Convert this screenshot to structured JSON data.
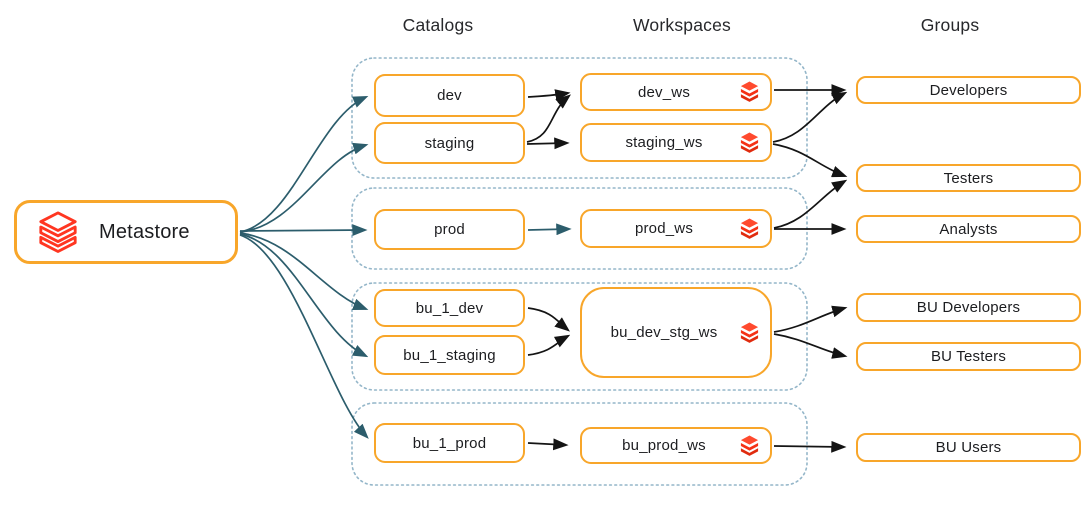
{
  "diagram": {
    "headers": [
      {
        "id": "catalogs",
        "label": "Catalogs"
      },
      {
        "id": "workspaces",
        "label": "Workspaces"
      },
      {
        "id": "groups",
        "label": "Groups"
      }
    ],
    "metastore": {
      "label": "Metastore",
      "icon": "databricks-outline-icon"
    },
    "catalogs": [
      {
        "label": "dev"
      },
      {
        "label": "staging"
      },
      {
        "label": "prod"
      },
      {
        "label": "bu_1_dev"
      },
      {
        "label": "bu_1_staging"
      },
      {
        "label": "bu_1_prod"
      }
    ],
    "workspaces": [
      {
        "label": "dev_ws",
        "icon": "databricks-icon"
      },
      {
        "label": "staging_ws",
        "icon": "databricks-icon"
      },
      {
        "label": "prod_ws",
        "icon": "databricks-icon"
      },
      {
        "label": "bu_dev_stg_ws",
        "icon": "databricks-icon"
      },
      {
        "label": "bu_prod_ws",
        "icon": "databricks-icon"
      }
    ],
    "groups": [
      {
        "label": "Developers"
      },
      {
        "label": "Testers"
      },
      {
        "label": "Analysts"
      },
      {
        "label": "BU Developers"
      },
      {
        "label": "BU Testers"
      },
      {
        "label": "BU Users"
      }
    ],
    "clusters": [
      {
        "members": [
          "dev",
          "staging",
          "dev_ws",
          "staging_ws"
        ]
      },
      {
        "members": [
          "prod",
          "prod_ws"
        ]
      },
      {
        "members": [
          "bu_1_dev",
          "bu_1_staging",
          "bu_dev_stg_ws"
        ]
      },
      {
        "members": [
          "bu_1_prod",
          "bu_prod_ws"
        ]
      }
    ],
    "edges": [
      {
        "from": "Metastore",
        "to": "dev"
      },
      {
        "from": "Metastore",
        "to": "staging"
      },
      {
        "from": "Metastore",
        "to": "prod"
      },
      {
        "from": "Metastore",
        "to": "bu_1_dev"
      },
      {
        "from": "Metastore",
        "to": "bu_1_staging"
      },
      {
        "from": "Metastore",
        "to": "bu_1_prod"
      },
      {
        "from": "dev",
        "to": "dev_ws"
      },
      {
        "from": "staging",
        "to": "dev_ws"
      },
      {
        "from": "staging",
        "to": "staging_ws"
      },
      {
        "from": "prod",
        "to": "prod_ws"
      },
      {
        "from": "bu_1_dev",
        "to": "bu_dev_stg_ws"
      },
      {
        "from": "bu_1_staging",
        "to": "bu_dev_stg_ws"
      },
      {
        "from": "bu_1_prod",
        "to": "bu_prod_ws"
      },
      {
        "from": "dev_ws",
        "to": "Developers"
      },
      {
        "from": "staging_ws",
        "to": "Developers"
      },
      {
        "from": "staging_ws",
        "to": "Testers"
      },
      {
        "from": "prod_ws",
        "to": "Testers"
      },
      {
        "from": "prod_ws",
        "to": "Analysts"
      },
      {
        "from": "bu_dev_stg_ws",
        "to": "BU Developers"
      },
      {
        "from": "bu_dev_stg_ws",
        "to": "BU Testers"
      },
      {
        "from": "bu_prod_ws",
        "to": "BU Users"
      }
    ],
    "colors": {
      "node_border": "#f8a62a",
      "metastore_arrow": "#2c5d6c",
      "flow_arrow": "#141414",
      "cluster_border": "#94b6c9",
      "brand_red": "#ff3621",
      "text": "#1c1d20"
    }
  }
}
